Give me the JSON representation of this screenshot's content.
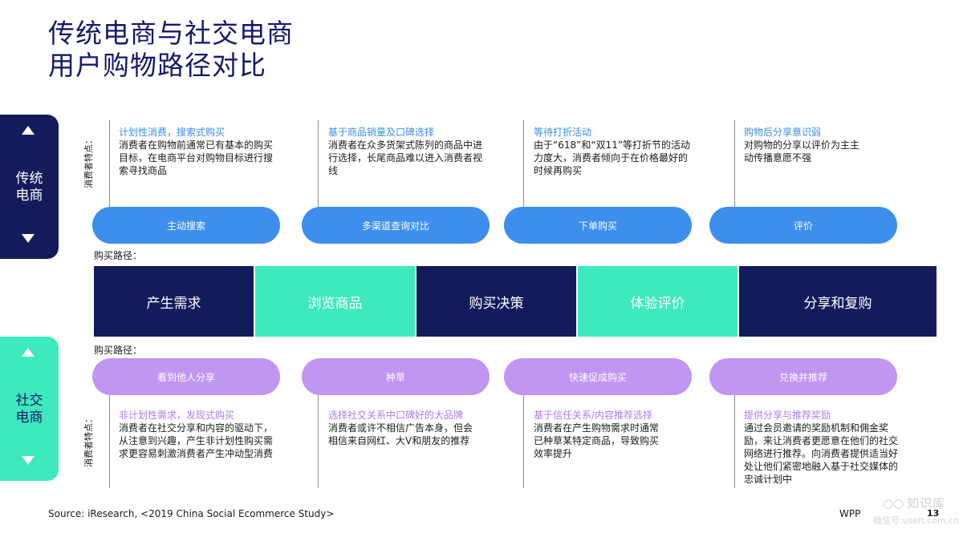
{
  "title": {
    "line1": "传统电商与社交电商",
    "line2": "用户购物路径对比"
  },
  "traditional": {
    "label_line1": "传统",
    "label_line2": "电商",
    "consumer_label": "消费者特点：",
    "path_label": "购买路径：",
    "descs": [
      {
        "heading": "计划性消费，搜索式购买",
        "text": "消费者在购物前通常已有基本的购买目标，在电商平台对购物目标进行搜索寻找商品"
      },
      {
        "heading": "基于商品销量及口碑选择",
        "text": "消费者在众多货架式陈列的商品中进行选择，长尾商品难以进入消费者视线"
      },
      {
        "heading": "等待打折活动",
        "text": "由于“618”和“双11”等打折节的活动力度大，消费者倾向于在价格最好的时候再购买"
      },
      {
        "heading": "购物后分享意识弱",
        "text": "对购物的分享以评价为主主动传播意愿不强"
      }
    ],
    "steps": [
      "主动搜索",
      "多渠道查询对比",
      "下单购买",
      "评价"
    ]
  },
  "stages": [
    "产生需求",
    "浏览商品",
    "购买决策",
    "体验评价",
    "分享和复购"
  ],
  "social": {
    "label_line1": "社交",
    "label_line2": "电商",
    "consumer_label": "消费者特点：",
    "path_label": "购买路径：",
    "steps": [
      "看到他人分享",
      "种草",
      "快速促成购买",
      "兑换并推荐"
    ],
    "descs": [
      {
        "heading": "非计划性需求，发现式购买",
        "text": "消费者在社交分享和内容的驱动下，从注意到兴趣，产生非计划性购买需求更容易刺激消费者产生冲动型消费"
      },
      {
        "heading": "选择社交关系中口碑好的大品牌",
        "text": "消费者或许不相信广告本身，但会相信来自网红、大V和朋友的推荐"
      },
      {
        "heading": "基于信任关系/内容推荐选择",
        "text": "消费者在产生购物需求时通常已种草某特定商品，导致购买效率提升"
      },
      {
        "heading": "提供分享与推荐奖励",
        "text": "通过会员邀请的奖励机制和佣金奖励，来让消费者更愿意在他们的社交网络进行推荐。向消费者提供适当好处让他们紧密地融入基于社交媒体的忠诚计划中"
      }
    ]
  },
  "footer": {
    "source": "Source:  iResearch, <2019 China Social Ecommerce Study>",
    "brand": "WPP",
    "page": "13",
    "watermark_name": "知识库",
    "watermark_sub": "微信号:useit.com.cn"
  },
  "colors": {
    "navy": "#141b5a",
    "teal": "#3ee9bd",
    "blue": "#3d8fee",
    "purple": "#c196f2",
    "title": "#15196b"
  }
}
